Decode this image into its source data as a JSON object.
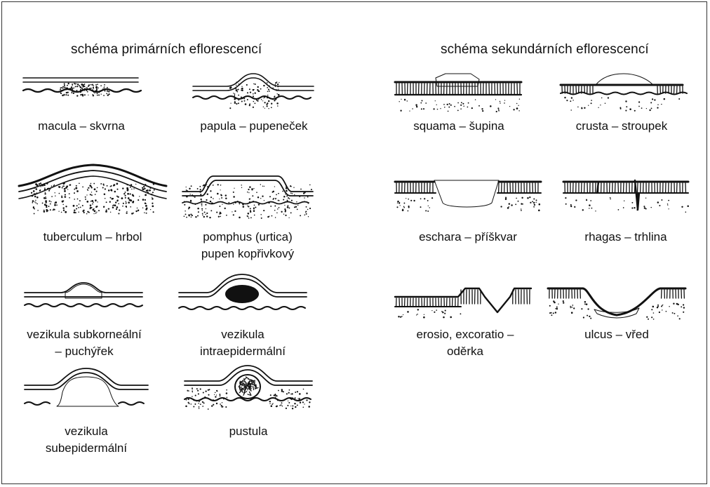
{
  "headings": {
    "primary": "schéma primárních eflorescencí",
    "secondary": "schéma sekundárních eflorescencí"
  },
  "primary": [
    {
      "id": "macula",
      "label": [
        "macula – skvrna"
      ]
    },
    {
      "id": "papula",
      "label": [
        "papula – pupeneček"
      ]
    },
    {
      "id": "tuberculum",
      "label": [
        "tuberculum – hrbol"
      ]
    },
    {
      "id": "pomphus",
      "label": [
        "pomphus (urtica)",
        "pupen kopřivkový"
      ]
    },
    {
      "id": "vezikula-subkorneal",
      "label": [
        "vezikula subkorneální",
        "– puchýřek"
      ]
    },
    {
      "id": "vezikula-intraepidermal",
      "label": [
        "vezikula",
        "intraepidermální"
      ]
    },
    {
      "id": "vezikula-subepidermal",
      "label": [
        "vezikula",
        "subepidermální"
      ]
    },
    {
      "id": "pustula",
      "label": [
        "pustula"
      ]
    }
  ],
  "secondary": [
    {
      "id": "squama",
      "label": [
        "squama – šupina"
      ]
    },
    {
      "id": "crusta",
      "label": [
        "crusta – stroupek"
      ]
    },
    {
      "id": "eschara",
      "label": [
        "eschara – příškvar"
      ]
    },
    {
      "id": "rhagas",
      "label": [
        "rhagas – trhlina"
      ]
    },
    {
      "id": "erosio",
      "label": [
        "erosio, excoratio –",
        "oděrka"
      ]
    },
    {
      "id": "ulcus",
      "label": [
        "ulcus – vřed"
      ]
    }
  ]
}
